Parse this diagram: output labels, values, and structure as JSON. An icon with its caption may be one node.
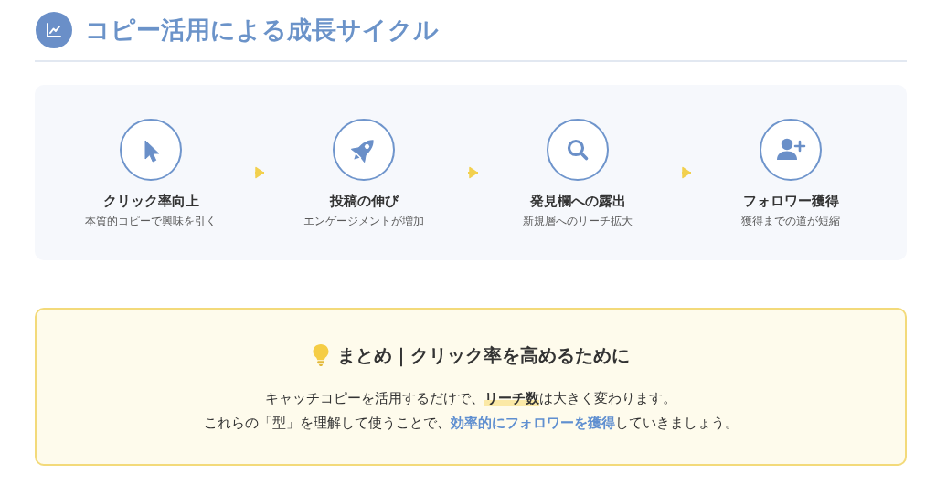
{
  "diagram": {
    "title": "コピー活用による成長サイクル",
    "nodes": [
      {
        "text": [
          "クリック率向上",
          "本質的コピーで興味を引く"
        ]
      },
      {
        "text": [
          "投稿の伸び",
          "エンゲージメントが増加"
        ]
      },
      {
        "text": [
          "発見欄への露出",
          "新規層へのリーチ拡大"
        ]
      },
      {
        "text": [
          "フォロワー獲得",
          "獲得までの道が短縮"
        ]
      },
      {
        "text": [
          "まとめ｜クリック率を高めるために",
          "キャッチコピーを活用するだけで、**リーチ数**は大きく変わります。",
          "これらの「型」を理解して使うことで、**効率的にフォロワーを獲得**していきましょう。"
        ]
      }
    ],
    "edges": [
      {
        "from": 0,
        "to": 1,
        "arrow": "to"
      },
      {
        "from": 1,
        "to": 2,
        "arrow": "to"
      },
      {
        "from": 2,
        "to": 3,
        "arrow": "to"
      }
    ]
  }
}
